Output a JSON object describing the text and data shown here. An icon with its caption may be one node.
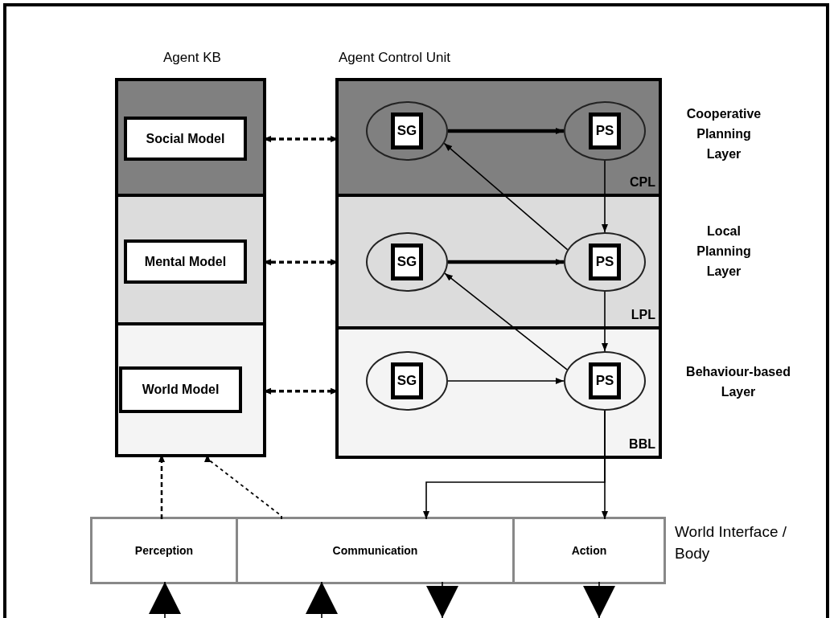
{
  "diagram": {
    "nodes": [
      {
        "text": [
          "Agent KB"
        ]
      },
      {
        "text": [],
        "shape": "box",
        "in": 0
      },
      {
        "text": [
          "Social Model"
        ],
        "in": 1
      },
      {
        "text": [],
        "shape": "box",
        "in": 0
      },
      {
        "text": [
          "Mental Model"
        ],
        "in": 3
      },
      {
        "text": [],
        "shape": "box",
        "in": 0
      },
      {
        "text": [
          "World Model"
        ],
        "in": 5
      },
      {
        "text": [
          "Agent Control Unit"
        ]
      },
      {
        "text": [
          "CPL"
        ],
        "in": 7,
        "beside": [
          "Cooperative Planning Layer"
        ]
      },
      {
        "text": [
          "SG"
        ],
        "in": 8
      },
      {
        "text": [
          "PS"
        ],
        "in": 8
      },
      {
        "text": [
          "LPL"
        ],
        "in": 7,
        "beside": [
          "Local Planning Layer"
        ]
      },
      {
        "text": [
          "SG"
        ],
        "in": 11
      },
      {
        "text": [
          "PS"
        ],
        "in": 11
      },
      {
        "text": [
          "BBL"
        ],
        "in": 7,
        "beside": [
          "Behaviour-based Layer"
        ]
      },
      {
        "text": [
          "SG"
        ],
        "in": 14
      },
      {
        "text": [
          "PS"
        ],
        "in": 14
      },
      {
        "text": [
          "World Interface / Body"
        ]
      },
      {
        "text": [
          "Perception"
        ],
        "in": 17
      },
      {
        "text": [
          "Communication"
        ],
        "in": 17
      },
      {
        "text": [
          "Action"
        ],
        "in": 17
      }
    ],
    "edges": [
      {
        "from": 1,
        "to": 8,
        "arrow": "both",
        "style": "dashed"
      },
      {
        "from": 3,
        "to": 11,
        "arrow": "both",
        "style": "dashed"
      },
      {
        "from": 5,
        "to": 14,
        "arrow": "both",
        "style": "dashed"
      },
      {
        "from": 9,
        "to": 10,
        "arrow": "to",
        "style": "thick"
      },
      {
        "from": 12,
        "to": 13,
        "arrow": "to",
        "style": "thick"
      },
      {
        "from": 15,
        "to": 16,
        "arrow": "to"
      },
      {
        "from": 10,
        "to": 13,
        "arrow": "to"
      },
      {
        "from": 13,
        "to": 9,
        "arrow": "to"
      },
      {
        "from": 13,
        "to": 16,
        "arrow": "to"
      },
      {
        "from": 16,
        "to": 12,
        "arrow": "to"
      },
      {
        "from": 16,
        "to": 20,
        "arrow": "to"
      },
      {
        "from": 16,
        "to": 19,
        "arrow": "to"
      },
      {
        "from": 18,
        "to": 5,
        "arrow": "to",
        "style": "dashed"
      },
      {
        "from": 19,
        "to": 5,
        "arrow": "to",
        "style": "dashed"
      },
      {
        "from": null,
        "to": 18,
        "arrow": "to"
      },
      {
        "from": null,
        "to": 19,
        "arrow": "to"
      },
      {
        "from": 19,
        "to": null,
        "arrow": "to"
      },
      {
        "from": 20,
        "to": null,
        "arrow": "to"
      }
    ]
  }
}
